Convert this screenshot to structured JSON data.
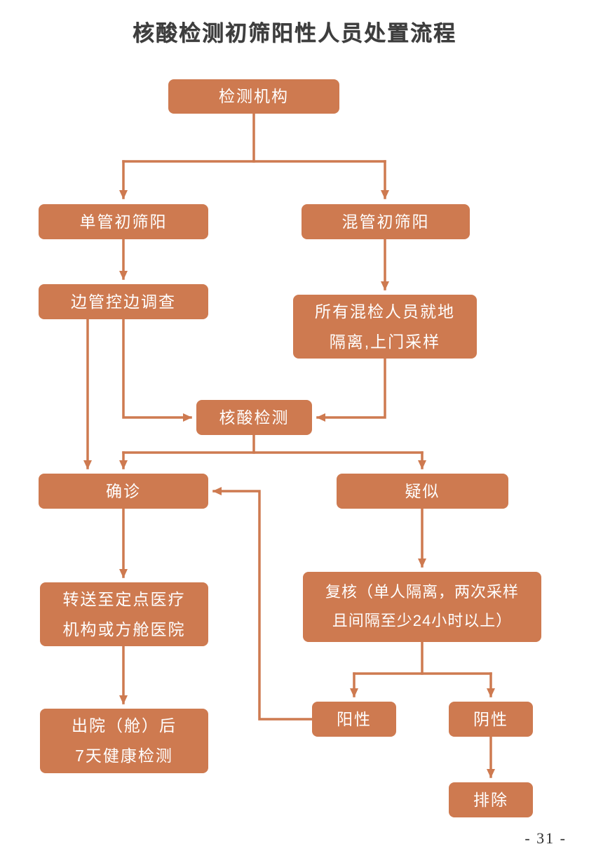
{
  "page": {
    "title": "核酸检测初筛阳性人员处置流程",
    "page_number": "- 31 -"
  },
  "colors": {
    "box_fill": "#CE7A50",
    "box_text": "#FFFFFF",
    "title_text": "#3D3D3D"
  },
  "nodes": {
    "testing_org": {
      "label": "检测机构"
    },
    "single_tube": {
      "label": "单管初筛阳"
    },
    "mixed_tube": {
      "label": "混管初筛阳"
    },
    "investigate": {
      "label": "边管控边调查"
    },
    "isolate_sample": {
      "label": "所有混检人员就地\n隔离,上门采样"
    },
    "nat": {
      "label": "核酸检测"
    },
    "confirmed": {
      "label": "确诊"
    },
    "suspected": {
      "label": "疑似"
    },
    "transfer": {
      "label": "转送至定点医疗\n机构或方舱医院"
    },
    "recheck": {
      "label": "复核（单人隔离，两次采样\n且间隔至少24小时以上）"
    },
    "discharge": {
      "label": "出院（舱）后\n7天健康检测"
    },
    "positive": {
      "label": "阳性"
    },
    "negative": {
      "label": "阴性"
    },
    "excluded": {
      "label": "排除"
    }
  }
}
